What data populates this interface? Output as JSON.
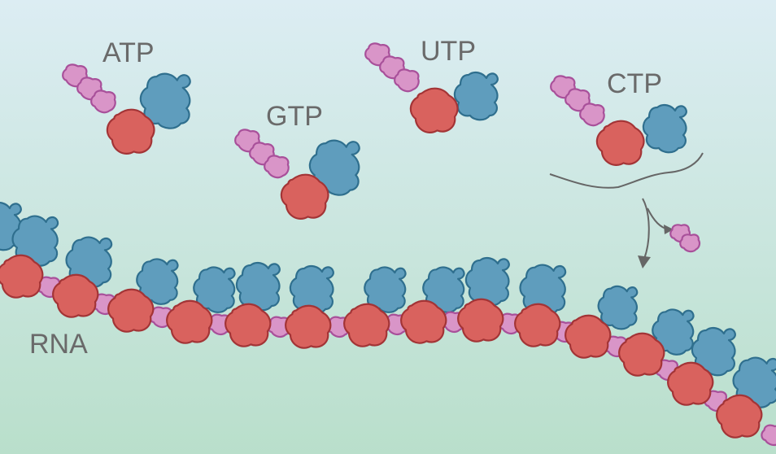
{
  "labels": {
    "atp": "ATP",
    "gtp": "GTP",
    "utp": "UTP",
    "ctp": "CTP",
    "rna": "RNA"
  },
  "colors": {
    "background_top": "#dcedf3",
    "background_bottom": "#b9dfcb",
    "phosphate_fill": "#d995c8",
    "phosphate_stroke": "#a8509a",
    "sugar_fill": "#d9625e",
    "sugar_stroke": "#a33436",
    "base_fill": "#5f9dbd",
    "base_stroke": "#2f6f8e",
    "text": "#6a6a6a",
    "line": "#666666"
  },
  "icons": {
    "free_nucleotides": "nucleotide-triphosphate-icon",
    "released_pyrophosphate": "pyrophosphate-icon",
    "template_strand": "dna-template-strand-line",
    "reaction_arrows": "curved-arrow-icon"
  }
}
